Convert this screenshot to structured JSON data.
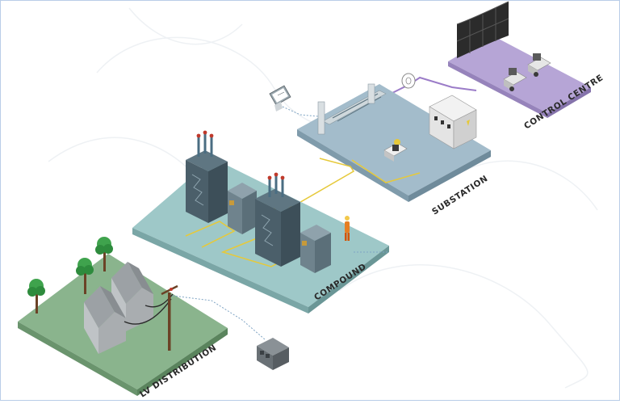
{
  "labels": {
    "control_centre": "CONTROL CENTRE",
    "substation": "SUBSTATION",
    "compound": "COMPOUND",
    "lv_distribution": "LV DISTRIBUTION"
  },
  "colors": {
    "control_platform": "#b6a5d6",
    "substation_platform": "#a3bccb",
    "compound_platform": "#9ec8c8",
    "lv_platform": "#8ab48d",
    "fibre_link": "#9b7cc8",
    "power_link": "#e6c93a",
    "data_link": "#7fa4c4"
  },
  "icons": [
    "video-wall-icon",
    "operator-desk-icon",
    "monitor-icon",
    "transformer-icon",
    "switchgear-icon",
    "house-icon",
    "tree-icon",
    "pole-icon",
    "meter-box-icon",
    "worker-icon",
    "antenna-icon"
  ]
}
